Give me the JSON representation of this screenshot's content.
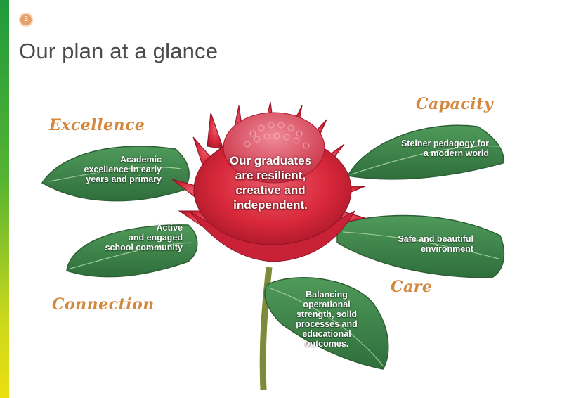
{
  "page": {
    "number": "3",
    "title": "Our plan at a glance"
  },
  "categories": {
    "excellence": "Excellence",
    "capacity": "Capacity",
    "connection": "Connection",
    "care": "Care"
  },
  "center": {
    "lines": [
      "Our graduates",
      "are resilient,",
      "creative and",
      "independent."
    ]
  },
  "leaves": {
    "academic": [
      "Academic",
      "excellence in early",
      "years and primary"
    ],
    "steiner": [
      "Steiner pedagogy for",
      "a modern world"
    ],
    "community": [
      "Active",
      "and engaged",
      "school community"
    ],
    "environment": [
      "Safe and beautiful",
      "environment"
    ],
    "balancing": [
      "Balancing",
      "operational",
      "strength, solid",
      "processes and",
      "educational",
      "outcomes."
    ]
  },
  "colors": {
    "accent_orange": "#d4883e",
    "leaf_green": "#3f8a4a",
    "flower_red": "#d8283a",
    "side_bar_top": "#1f9a3c",
    "side_bar_bottom": "#ecdf10"
  }
}
